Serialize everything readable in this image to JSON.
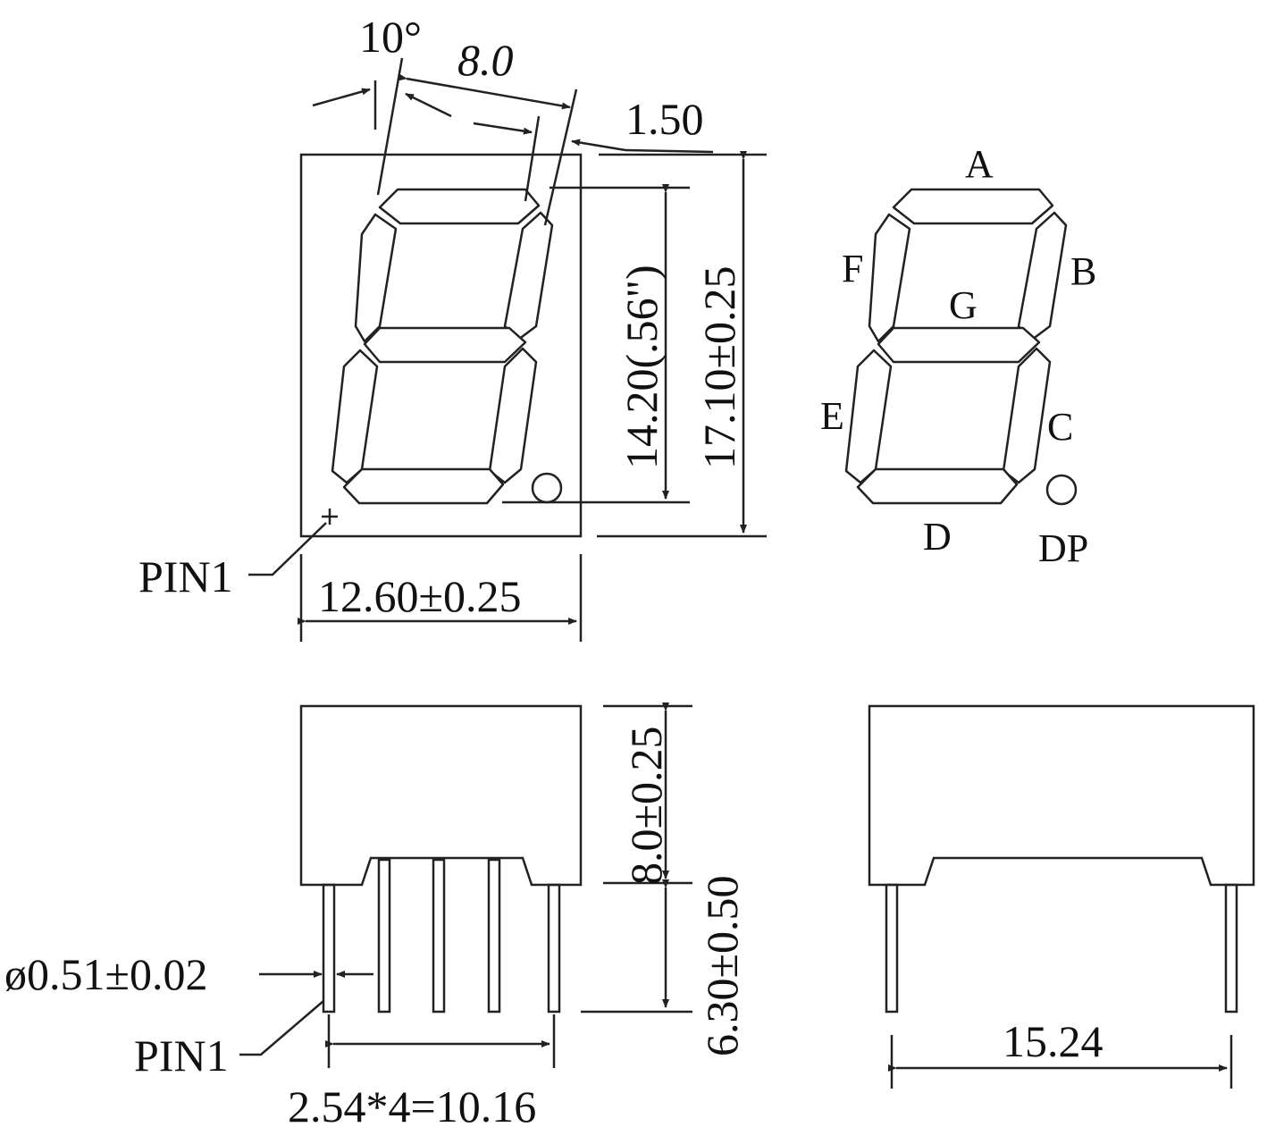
{
  "front_view": {
    "angle": "10°",
    "segment_width": "8.0",
    "offset": "1.50",
    "digit_height": "14.20(.56\")",
    "body_height": "17.10±0.25",
    "body_width": "12.60±0.25",
    "pin1": "PIN1"
  },
  "segment_map": {
    "labels": [
      "A",
      "B",
      "C",
      "D",
      "E",
      "F",
      "G",
      "DP"
    ]
  },
  "side_view": {
    "body_depth": "8.0±0.25",
    "pin_length": "6.30±0.50",
    "pin_diameter": "ø0.51±0.02",
    "pin1": "PIN1",
    "pin_pitch": "2.54*4=10.16"
  },
  "end_view": {
    "row_spacing": "15.24"
  }
}
